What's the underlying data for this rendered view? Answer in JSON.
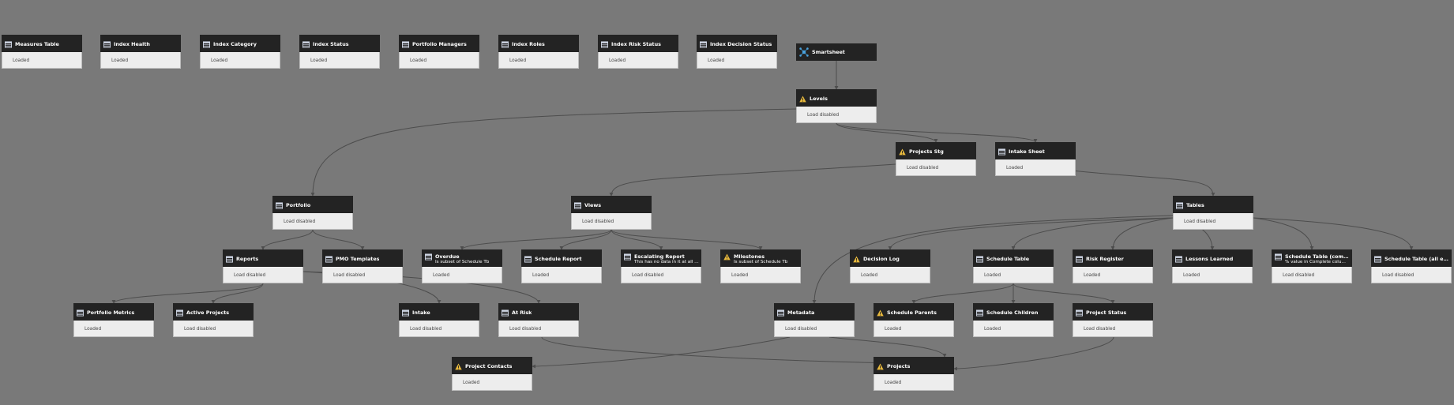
{
  "colors": {
    "background": "#797979",
    "header": "#232323",
    "body": "#ededed",
    "edge": "#4d4d4d",
    "warning": "#e8b93c",
    "source": "#4aa3df"
  },
  "nodes": [
    {
      "id": "measures-table",
      "title": "Measures Table",
      "status": "Loaded",
      "icon": "table-icon"
    },
    {
      "id": "index-health",
      "title": "Index Health",
      "status": "Loaded",
      "icon": "table-icon"
    },
    {
      "id": "index-category",
      "title": "Index Category",
      "status": "Loaded",
      "icon": "table-icon"
    },
    {
      "id": "index-status",
      "title": "Index Status",
      "status": "Loaded",
      "icon": "table-icon"
    },
    {
      "id": "portfolio-managers",
      "title": "Portfolio Managers",
      "status": "Loaded",
      "icon": "table-icon"
    },
    {
      "id": "index-roles",
      "title": "Index Roles",
      "status": "Loaded",
      "icon": "table-icon"
    },
    {
      "id": "index-risk-status",
      "title": "Index Risk Status",
      "status": "Loaded",
      "icon": "table-icon"
    },
    {
      "id": "index-decision-status",
      "title": "Index Decision Status",
      "status": "Loaded",
      "icon": "table-icon"
    },
    {
      "id": "smartsheet",
      "title": "Smartsheet",
      "status": "",
      "icon": "connector-icon"
    },
    {
      "id": "levels",
      "title": "Levels",
      "status": "Load disabled",
      "icon": "warning-icon"
    },
    {
      "id": "projects-stg",
      "title": "Projects Stg",
      "status": "Load disabled",
      "icon": "warning-icon"
    },
    {
      "id": "intake-sheet",
      "title": "Intake Sheet",
      "status": "Loaded",
      "icon": "table-icon"
    },
    {
      "id": "portfolio",
      "title": "Portfolio",
      "status": "Load disabled",
      "icon": "table-icon"
    },
    {
      "id": "views",
      "title": "Views",
      "status": "Load disabled",
      "icon": "table-icon"
    },
    {
      "id": "tables",
      "title": "Tables",
      "status": "Load disabled",
      "icon": "table-icon"
    },
    {
      "id": "reports",
      "title": "Reports",
      "status": "Load disabled",
      "icon": "table-icon"
    },
    {
      "id": "pmo-templates",
      "title": "PMO Templates",
      "status": "Load disabled",
      "icon": "table-icon"
    },
    {
      "id": "overdue",
      "title": "Overdue",
      "subtitle": "Is subset of Schedule Tb",
      "status": "Loaded",
      "icon": "table-icon"
    },
    {
      "id": "schedule-report",
      "title": "Schedule Report",
      "status": "Loaded",
      "icon": "table-icon"
    },
    {
      "id": "escalating-report",
      "title": "Escalating Report",
      "subtitle": "This has no data in it at all Tur...",
      "status": "Load disabled",
      "icon": "table-icon"
    },
    {
      "id": "milestones",
      "title": "Milestones",
      "subtitle": "Is subset of Schedule Tb",
      "status": "Loaded",
      "icon": "warning-icon"
    },
    {
      "id": "decision-log",
      "title": "Decision Log",
      "status": "Loaded",
      "icon": "warning-icon"
    },
    {
      "id": "schedule-table",
      "title": "Schedule Table",
      "status": "Loaded",
      "icon": "table-icon"
    },
    {
      "id": "risk-register",
      "title": "Risk Register",
      "status": "Loaded",
      "icon": "table-icon"
    },
    {
      "id": "lessons-learned",
      "title": "Lessons Learned",
      "status": "Loaded",
      "icon": "table-icon"
    },
    {
      "id": "schedule-table-complete",
      "title": "Schedule Table (complete e...",
      "subtitle": "% value in Complete column h...",
      "status": "Load disabled",
      "icon": "table-icon"
    },
    {
      "id": "schedule-table-errors",
      "title": "Schedule Table (all errors)",
      "status": "Load disabled",
      "icon": "table-icon"
    },
    {
      "id": "portfolio-metrics",
      "title": "Portfolio Metrics",
      "status": "Loaded",
      "icon": "table-icon"
    },
    {
      "id": "active-projects",
      "title": "Active Projects",
      "status": "Load disabled",
      "icon": "table-icon"
    },
    {
      "id": "intake",
      "title": "Intake",
      "status": "Load disabled",
      "icon": "table-icon"
    },
    {
      "id": "at-risk",
      "title": "At Risk",
      "status": "Load disabled",
      "icon": "table-icon"
    },
    {
      "id": "metadata",
      "title": "Metadata",
      "status": "Load disabled",
      "icon": "table-icon"
    },
    {
      "id": "schedule-parents",
      "title": "Schedule Parents",
      "status": "Loaded",
      "icon": "warning-icon"
    },
    {
      "id": "schedule-children",
      "title": "Schedule Children",
      "status": "Loaded",
      "icon": "table-icon"
    },
    {
      "id": "project-status",
      "title": "Project Status",
      "status": "Load disabled",
      "icon": "table-icon"
    },
    {
      "id": "project-contacts",
      "title": "Project Contacts",
      "status": "Loaded",
      "icon": "warning-icon"
    },
    {
      "id": "projects",
      "title": "Projects",
      "status": "Loaded",
      "icon": "warning-icon"
    }
  ],
  "edges": [
    [
      "smartsheet",
      "levels"
    ],
    [
      "levels",
      "projects-stg"
    ],
    [
      "levels",
      "intake-sheet"
    ],
    [
      "levels",
      "portfolio"
    ],
    [
      "projects-stg",
      "views"
    ],
    [
      "intake-sheet",
      "tables"
    ],
    [
      "portfolio",
      "reports"
    ],
    [
      "portfolio",
      "pmo-templates"
    ],
    [
      "views",
      "overdue"
    ],
    [
      "views",
      "schedule-report"
    ],
    [
      "views",
      "escalating-report"
    ],
    [
      "views",
      "milestones"
    ],
    [
      "tables",
      "decision-log"
    ],
    [
      "tables",
      "schedule-table"
    ],
    [
      "tables",
      "risk-register"
    ],
    [
      "tables",
      "lessons-learned"
    ],
    [
      "tables",
      "schedule-table-complete"
    ],
    [
      "tables",
      "schedule-table-errors"
    ],
    [
      "tables",
      "metadata"
    ],
    [
      "reports",
      "portfolio-metrics"
    ],
    [
      "reports",
      "active-projects"
    ],
    [
      "reports",
      "intake"
    ],
    [
      "reports",
      "at-risk"
    ],
    [
      "schedule-table",
      "schedule-parents"
    ],
    [
      "schedule-table",
      "schedule-children"
    ],
    [
      "schedule-table",
      "project-status"
    ],
    [
      "metadata",
      "project-contacts"
    ],
    [
      "metadata",
      "projects"
    ],
    [
      "at-risk",
      "projects"
    ],
    [
      "project-status",
      "projects"
    ]
  ]
}
